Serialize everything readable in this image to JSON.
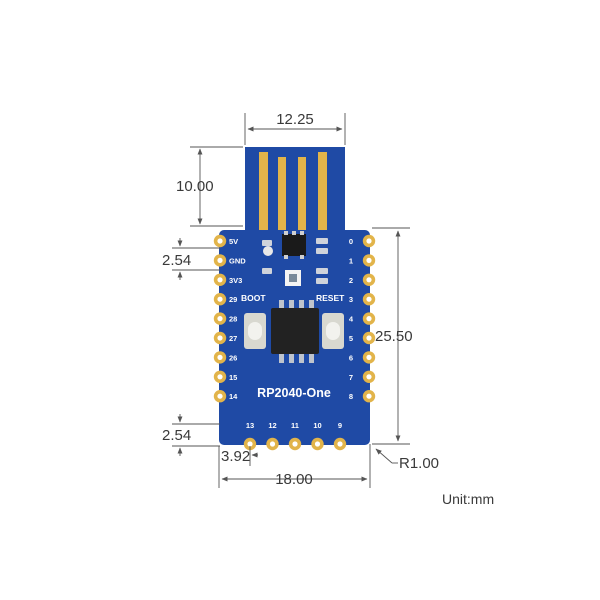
{
  "board": {
    "name": "RP2040-One",
    "boot_label": "BOOT",
    "reset_label": "RESET",
    "left_pins": [
      "5V",
      "GND",
      "3V3",
      "29",
      "28",
      "27",
      "26",
      "15",
      "14"
    ],
    "right_pins": [
      "0",
      "1",
      "2",
      "3",
      "4",
      "5",
      "6",
      "7",
      "8"
    ],
    "bottom_pins": [
      "13",
      "12",
      "11",
      "10",
      "9"
    ],
    "colors": {
      "pcb": "#1f4aa5",
      "gold": "#e2b44a",
      "chip": "#222222"
    }
  },
  "dimensions": {
    "usb_width": "12.25",
    "usb_length": "10.00",
    "pin_pitch_top": "2.54",
    "pin_pitch_bottom": "2.54",
    "board_length": "25.50",
    "edge_offset": "3.92",
    "board_width": "18.00",
    "corner_radius": "R1.00"
  },
  "unit_label": "Unit:mm"
}
